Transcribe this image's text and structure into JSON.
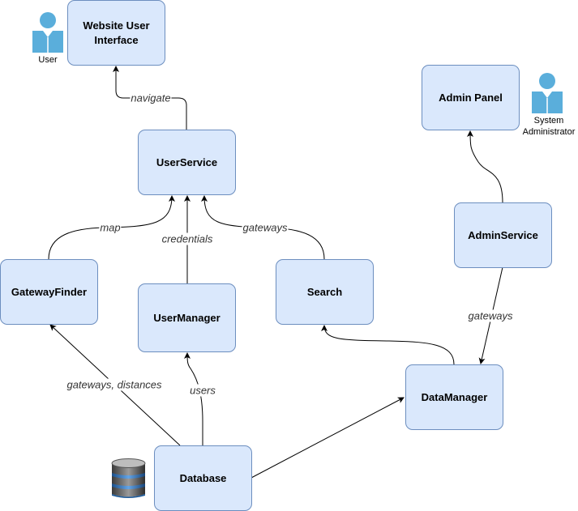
{
  "nodes": {
    "website_ui": "Website User Interface",
    "user_service": "UserService",
    "gateway_finder": "GatewayFinder",
    "user_manager": "UserManager",
    "search": "Search",
    "data_manager": "DataManager",
    "database": "Database",
    "admin_service": "AdminService",
    "admin_panel": "Admin Panel"
  },
  "actors": {
    "user": "User",
    "sysadmin_line1": "System",
    "sysadmin_line2": "Administrator"
  },
  "edges": {
    "navigate": "navigate",
    "map": "map",
    "credentials": "credentials",
    "gateways_search": "gateways",
    "gateways_admin": "gateways",
    "gateways_distances": "gateways, distances",
    "users": "users"
  },
  "colors": {
    "node_fill": "#dae8fc",
    "node_stroke": "#6c8ebf",
    "actor": "#5aaedb"
  },
  "icons": {
    "user_actor": "person-icon",
    "admin_actor": "person-icon",
    "database": "database-cylinder-icon"
  }
}
